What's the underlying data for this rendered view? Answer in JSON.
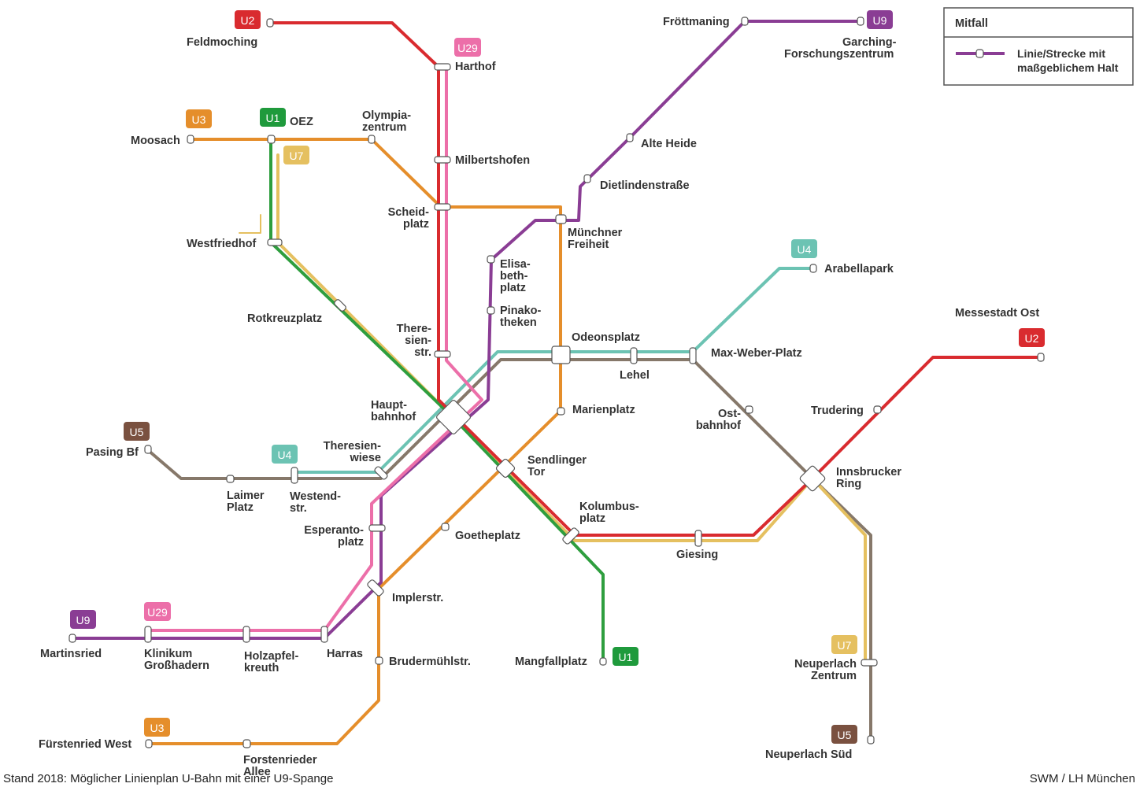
{
  "colors": {
    "U1": "#2e9e3e",
    "U2": "#d92b2f",
    "U29": "#ec6fa9",
    "U3": "#e58e2b",
    "U7": "#e5c060",
    "U4": "#6cc3b3",
    "U5": "#86786a",
    "U9": "#8a3d94",
    "U5badge": "#7a5140",
    "U1badge": "#1f9a3c"
  },
  "badges": {
    "u2_top": "U2",
    "u29_top": "U29",
    "u9_top": "U9",
    "u3_top": "U3",
    "u1_top": "U1",
    "u7_top": "U7",
    "u4_right": "U4",
    "u2_right": "U2",
    "u5_left": "U5",
    "u4_left": "U4",
    "u9_left": "U9",
    "u29_left": "U29",
    "u1_bottom": "U1",
    "u7_bottom": "U7",
    "u3_bottom": "U3",
    "u5_bottom": "U5"
  },
  "stations": {
    "feldmoching": "Feldmoching",
    "harthof": "Harthof",
    "froettmaning": "Fröttmaning",
    "garching_1": "Garching-",
    "garching_2": "Forschungszentrum",
    "moosach": "Moosach",
    "oez": "OEZ",
    "olympia_1": "Olympia-",
    "olympia_2": "zentrum",
    "milbertshofen": "Milbertshofen",
    "alte_heide": "Alte Heide",
    "dietlinden": "Dietlindenstraße",
    "scheid_1": "Scheid-",
    "scheid_2": "platz",
    "muenchner_1": "Münchner",
    "muenchner_2": "Freiheit",
    "westfriedhof": "Westfriedhof",
    "elisa_1": "Elisa-",
    "elisa_2": "beth-",
    "elisa_3": "platz",
    "arabellapark": "Arabellapark",
    "rotkreuz": "Rotkreuzplatz",
    "pinako_1": "Pinako-",
    "pinako_2": "theken",
    "there_1": "There-",
    "there_2": "sien-",
    "there_3": "str.",
    "odeonsplatz": "Odeonsplatz",
    "maxweber": "Max-Weber-Platz",
    "messestadt": "Messestadt Ost",
    "lehel": "Lehel",
    "haupt_1": "Haupt-",
    "haupt_2": "bahnhof",
    "marienplatz": "Marienplatz",
    "ost_1": "Ost-",
    "ost_2": "bahnhof",
    "trudering": "Trudering",
    "pasing": "Pasing Bf",
    "theresienwiese_1": "Theresien-",
    "theresienwiese_2": "wiese",
    "sendlinger_1": "Sendlinger",
    "sendlinger_2": "Tor",
    "innsbrucker_1": "Innsbrucker",
    "innsbrucker_2": "Ring",
    "laimer_1": "Laimer",
    "laimer_2": "Platz",
    "westend_1": "Westend-",
    "westend_2": "str.",
    "kolumbus_1": "Kolumbus-",
    "kolumbus_2": "platz",
    "esperanto_1": "Esperanto-",
    "esperanto_2": "platz",
    "goetheplatz": "Goetheplatz",
    "giesing": "Giesing",
    "implerstr": "Implerstr.",
    "martinsried": "Martinsried",
    "klinikum_1": "Klinikum",
    "klinikum_2": "Großhadern",
    "holzapfel_1": "Holzapfel-",
    "holzapfel_2": "kreuth",
    "harras": "Harras",
    "brudermuehl": "Brudermühlstr.",
    "mangfall": "Mangfallplatz",
    "neuperlach_z_1": "Neuperlach",
    "neuperlach_z_2": "Zentrum",
    "fuerstenried": "Fürstenried West",
    "forstenrieder_1": "Forstenrieder",
    "forstenrieder_2": "Allee",
    "neuperlach_sued": "Neuperlach Süd"
  },
  "legend": {
    "title": "Mitfall",
    "line1": "Linie/Strecke mit",
    "line2": "maßgeblichem Halt"
  },
  "footer": {
    "left": "Stand 2018: Möglicher Linienplan U-Bahn mit einer U9-Spange",
    "right": "SWM / LH München"
  }
}
